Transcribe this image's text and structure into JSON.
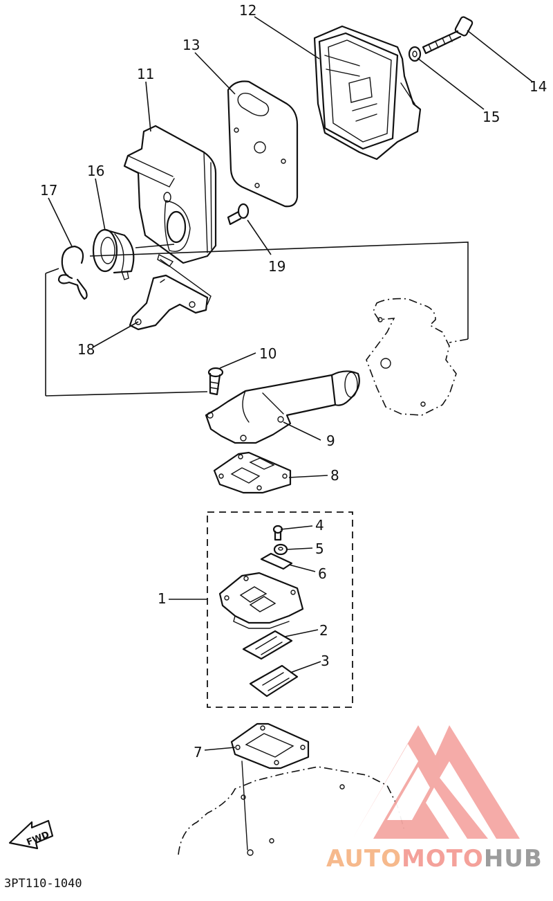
{
  "diagram": {
    "code": "3PT110-1040",
    "fwd_label": "FWD",
    "callouts": [
      "1",
      "2",
      "3",
      "4",
      "5",
      "6",
      "7",
      "8",
      "9",
      "10",
      "11",
      "12",
      "13",
      "14",
      "15",
      "16",
      "17",
      "18",
      "19"
    ]
  },
  "watermark": {
    "brand_auto": "AUTO",
    "brand_moto": "MOTO",
    "brand_hub": "HUB",
    "colors": {
      "auto": "#f6b98c",
      "moto": "#f4a19a",
      "hub": "#9c9c9c",
      "logo": "#f4a7a3"
    }
  }
}
